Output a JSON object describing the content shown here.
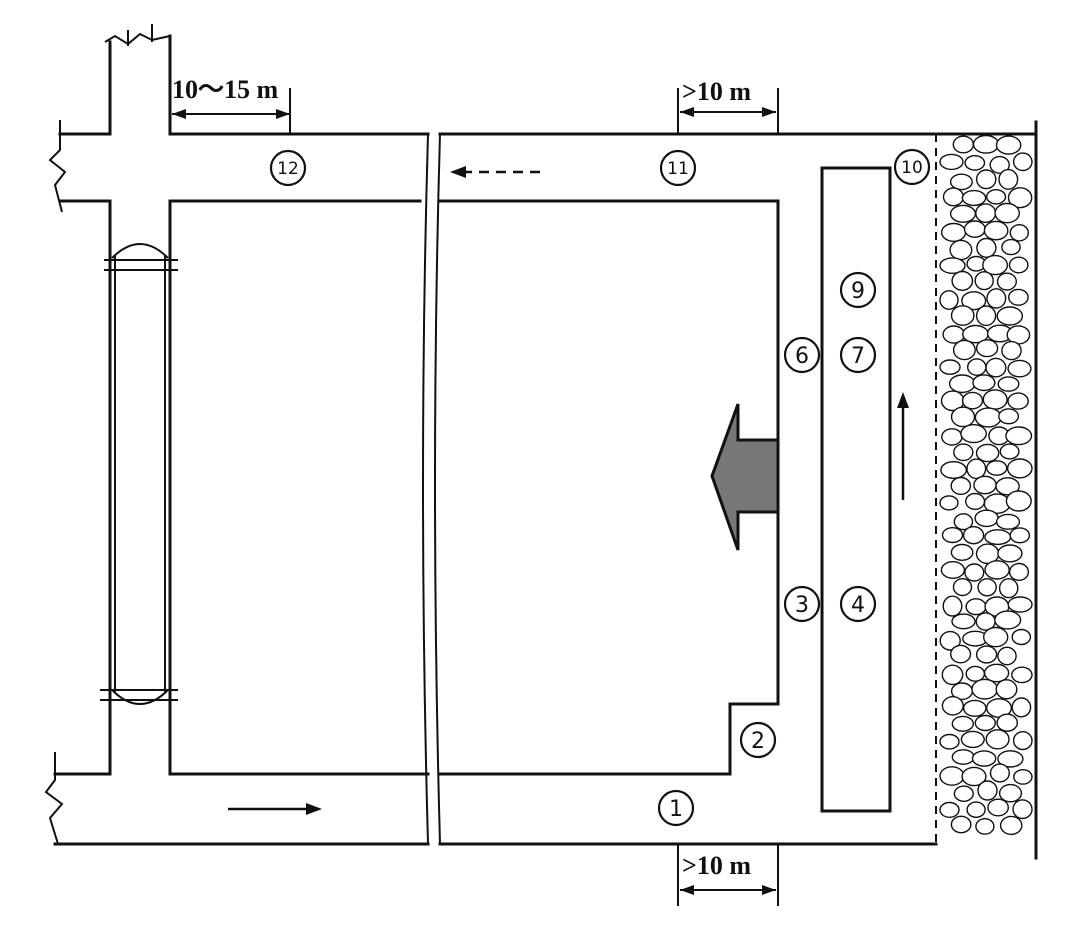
{
  "dimensions": {
    "top_left": "10～15 m",
    "top_right": ">10 m",
    "bottom": ">10 m"
  },
  "labels": {
    "n1": "1",
    "n2": "2",
    "n3": "3",
    "n4": "4",
    "n6": "6",
    "n7": "7",
    "n9": "9",
    "n10": "10",
    "n11": "11",
    "n12": "12"
  },
  "colors": {
    "line": "#111111",
    "advance_arrow": "#777777",
    "gob_fill": "#ffffff"
  }
}
